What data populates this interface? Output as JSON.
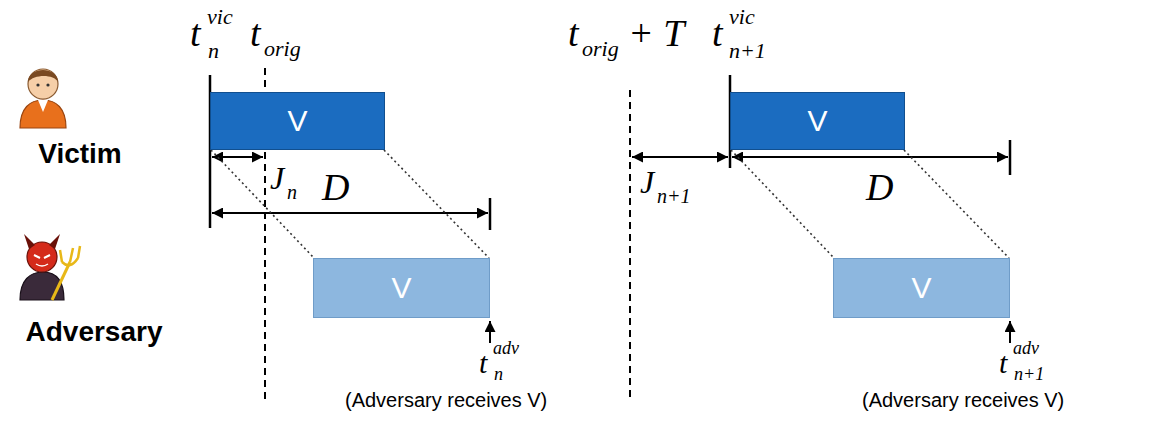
{
  "diagram": {
    "nodes": [
      {
        "text": [
          "V"
        ]
      },
      {
        "text": [
          "V"
        ]
      },
      {
        "text": [
          "V"
        ]
      },
      {
        "text": [
          "V"
        ]
      }
    ],
    "edges": [
      {
        "from": 0,
        "to": 1,
        "arrow": "none"
      },
      {
        "from": 0,
        "to": 1,
        "arrow": "none"
      },
      {
        "from": 2,
        "to": 3,
        "arrow": "none"
      },
      {
        "from": 2,
        "to": 3,
        "arrow": "none"
      }
    ],
    "labels": [
      "t",
      "vic",
      "n",
      "t",
      "orig",
      "t",
      "orig",
      "+ T",
      "t",
      "vic",
      "n+1",
      "Victim",
      "Adversary",
      "J",
      "n",
      "D",
      "J",
      "n+1",
      "D",
      "t",
      "adv",
      "n",
      "(Adversary receives V)",
      "t",
      "adv",
      "n+1",
      "(Adversary receives V)"
    ]
  }
}
